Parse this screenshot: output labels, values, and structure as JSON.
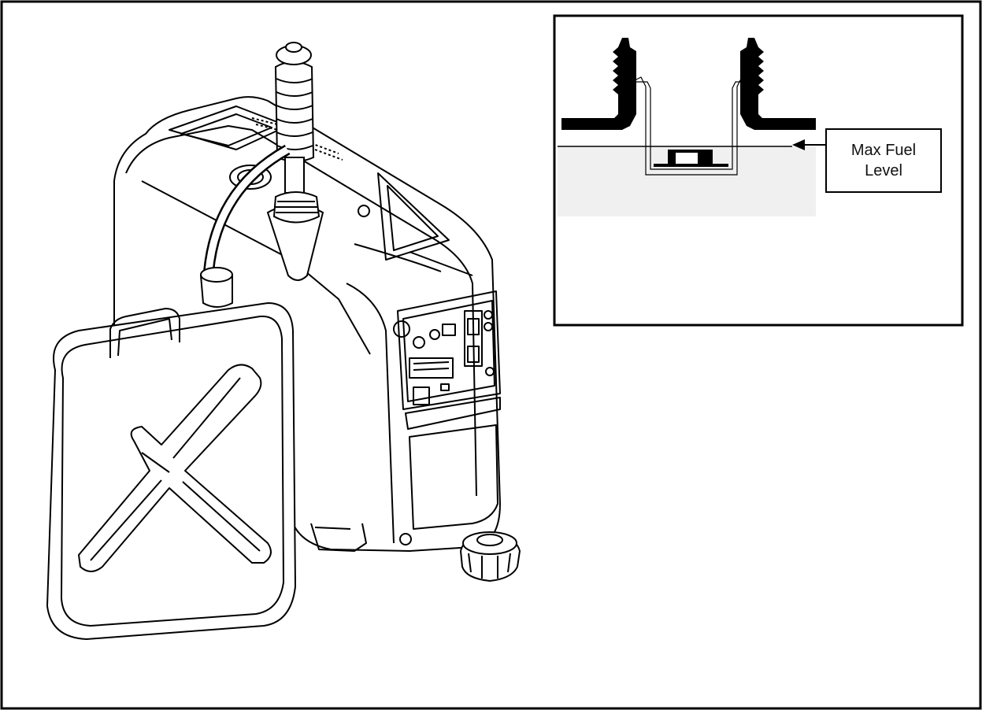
{
  "callout": {
    "label_line1": "Max Fuel",
    "label_line2": "Level"
  },
  "colors": {
    "line": "#000000",
    "fuel_fill": "#f0f0f0",
    "background": "#ffffff"
  },
  "icons": {
    "generator": "inverter-generator-illustration",
    "fuel_can": "fuel-jerry-can-illustration",
    "fuel_cap": "fuel-tank-cap-illustration"
  }
}
